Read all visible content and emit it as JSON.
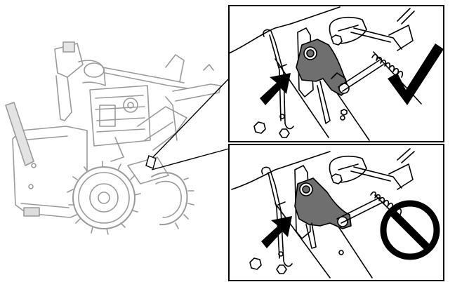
{
  "figure": {
    "panels": [
      {
        "id": "correct",
        "status_icon": "checkmark-icon",
        "meaning": "correct"
      },
      {
        "id": "incorrect",
        "status_icon": "prohibited-icon",
        "meaning": "incorrect"
      }
    ],
    "colors": {
      "line": "#000000",
      "ghost_line": "#9a9a9a",
      "bracket_fill": "#6f6f6f",
      "background": "#ffffff"
    }
  }
}
